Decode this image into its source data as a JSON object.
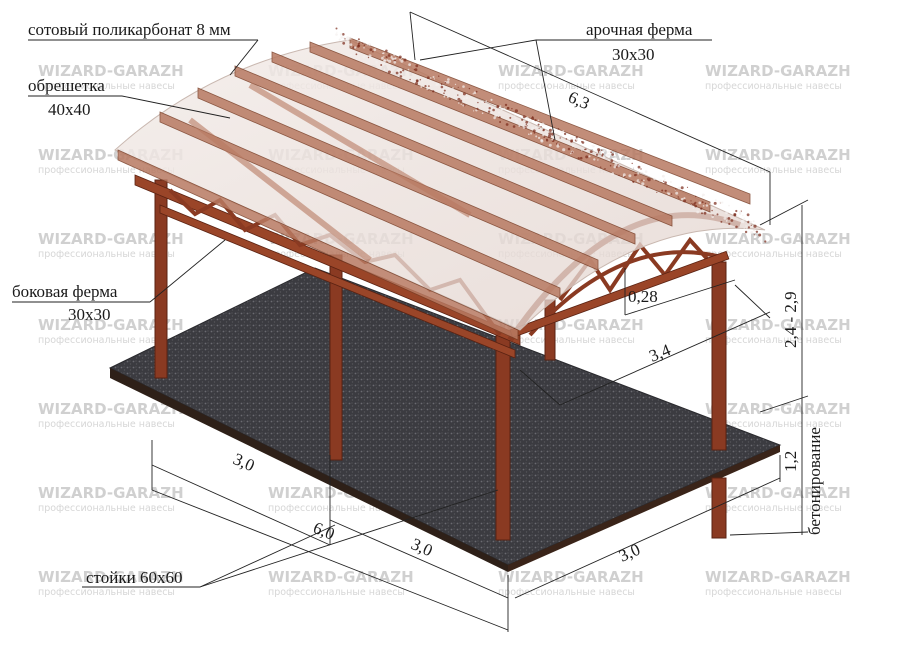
{
  "watermark": {
    "brand": "WIZARD-GARAZH",
    "tagline": "профессиональные навесы"
  },
  "labels": {
    "roof": "сотовый поликарбонат 8 мм",
    "lathing_name": "обрешетка",
    "lathing_size": "40х40",
    "arch_truss_name": "арочная ферма",
    "arch_truss_size": "30х30",
    "side_truss_name": "боковая ферма",
    "side_truss_size": "30х30",
    "posts": "стойки 60х60",
    "concreting_value": "1,2",
    "concreting_name": "бетонирование"
  },
  "dimensions": {
    "roof_length": "6,3",
    "arch_rise": "0,28",
    "span": "3,4",
    "height": "2,4 - 2,9",
    "front_left": "3,0",
    "total_length": "6,0",
    "front_right": "3,0",
    "side_width": "3,0"
  },
  "colors": {
    "wood": "#8a3a22",
    "slab": "#3a3a3e",
    "watermark": "#d0d0d0"
  }
}
